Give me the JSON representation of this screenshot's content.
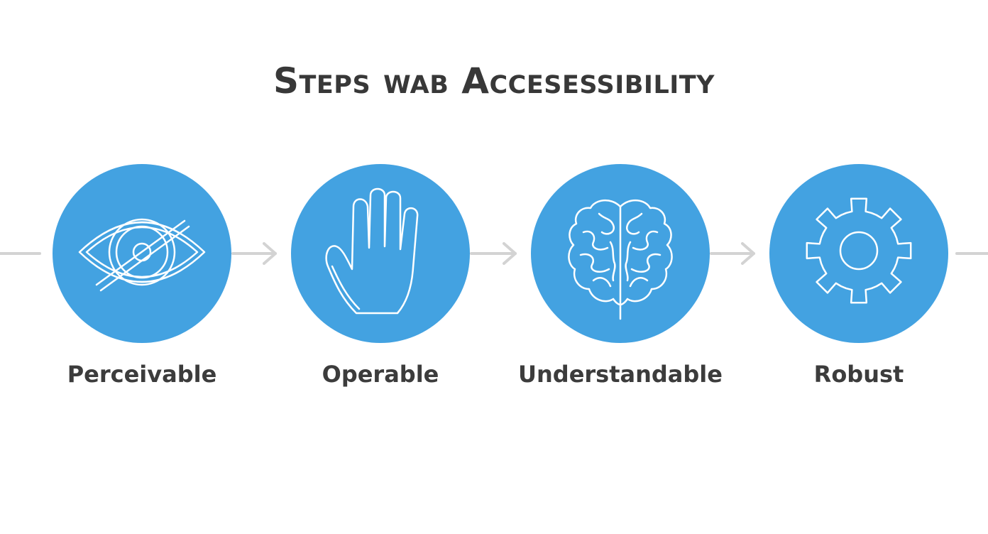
{
  "title": "Steps wab Accesessibility",
  "colors": {
    "circle": "#43a2e1",
    "icon_stroke": "#ffffff",
    "title": "#383838",
    "label": "#3c3c3c",
    "connector": "#d3d3d3"
  },
  "steps": [
    {
      "label": "Perceivable",
      "icon": "eye-icon"
    },
    {
      "label": "Operable",
      "icon": "hand-icon"
    },
    {
      "label": "Understandable",
      "icon": "brain-icon"
    },
    {
      "label": "Robust",
      "icon": "gear-icon"
    }
  ]
}
